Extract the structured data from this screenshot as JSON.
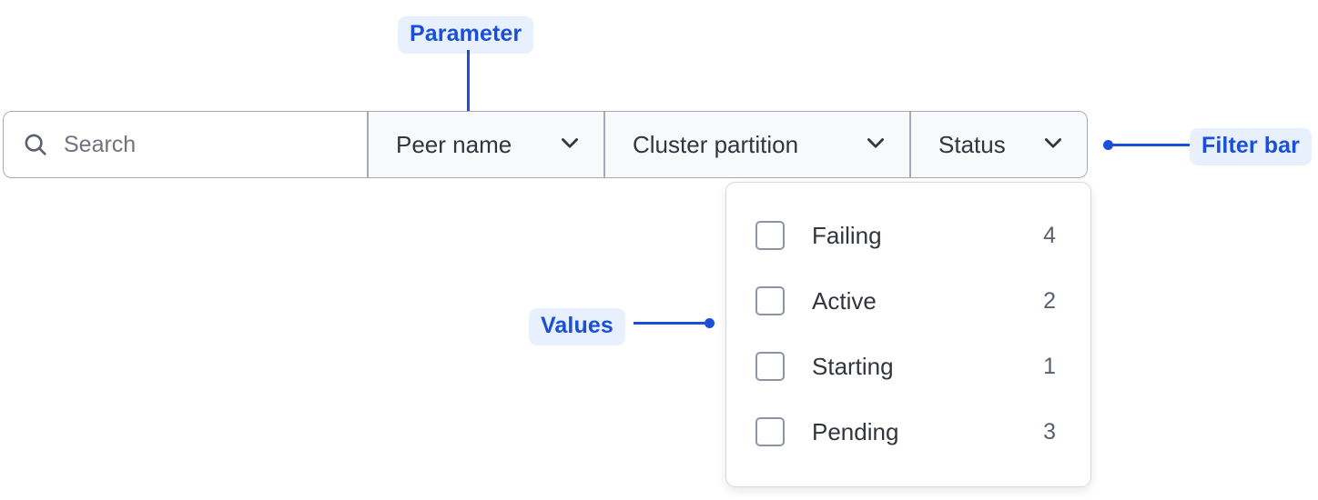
{
  "annotations": {
    "parameter": {
      "label": "Parameter"
    },
    "filter_bar": {
      "label": "Filter bar"
    },
    "values": {
      "label": "Values"
    },
    "accent_color": "#1a4fd8",
    "badge_bg": "#e8f0fe"
  },
  "filter_bar": {
    "search": {
      "placeholder": "Search",
      "value": "",
      "icon": "search-icon"
    },
    "dropdowns": [
      {
        "label": "Peer name",
        "icon": "chevron-down-icon",
        "expanded": false
      },
      {
        "label": "Cluster partition",
        "icon": "chevron-down-icon",
        "expanded": false
      },
      {
        "label": "Status",
        "icon": "chevron-down-icon",
        "expanded": true
      }
    ]
  },
  "values_panel": {
    "options": [
      {
        "label": "Failing",
        "count": "4",
        "checked": false
      },
      {
        "label": "Active",
        "count": "2",
        "checked": false
      },
      {
        "label": "Starting",
        "count": "1",
        "checked": false
      },
      {
        "label": "Pending",
        "count": "3",
        "checked": false
      }
    ]
  }
}
